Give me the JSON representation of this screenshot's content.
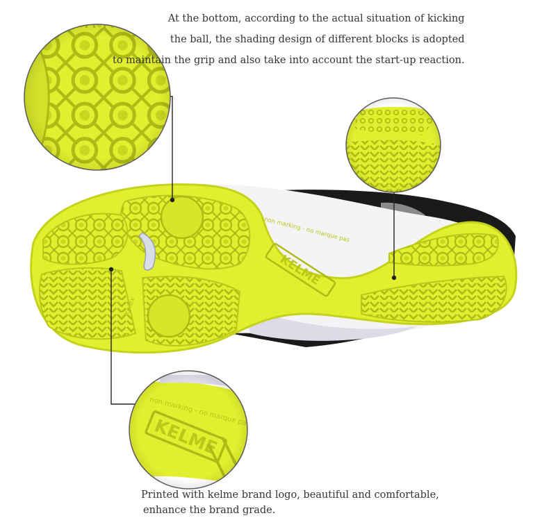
{
  "captions": {
    "top": {
      "line1": "At the bottom, according to the actual situation of kicking",
      "line2": "the ball, the shading design of different blocks is adopted",
      "line3": "to maintain the grip and also take into account the start-up reaction."
    },
    "bottom": {
      "line1": "Printed with kelme brand logo, beautiful and comfortable,",
      "line2": "enhance the brand grade."
    }
  },
  "sole_print": {
    "brand": "KELME",
    "marking": "non marking - no marque pas",
    "side_text": "Kelex"
  },
  "colors": {
    "sole": "#e2ef2e",
    "sole_dark": "#b9c81b",
    "upper": "#1a1a1a",
    "midsole": "#f4f4f6",
    "callout_line": "#222222"
  }
}
